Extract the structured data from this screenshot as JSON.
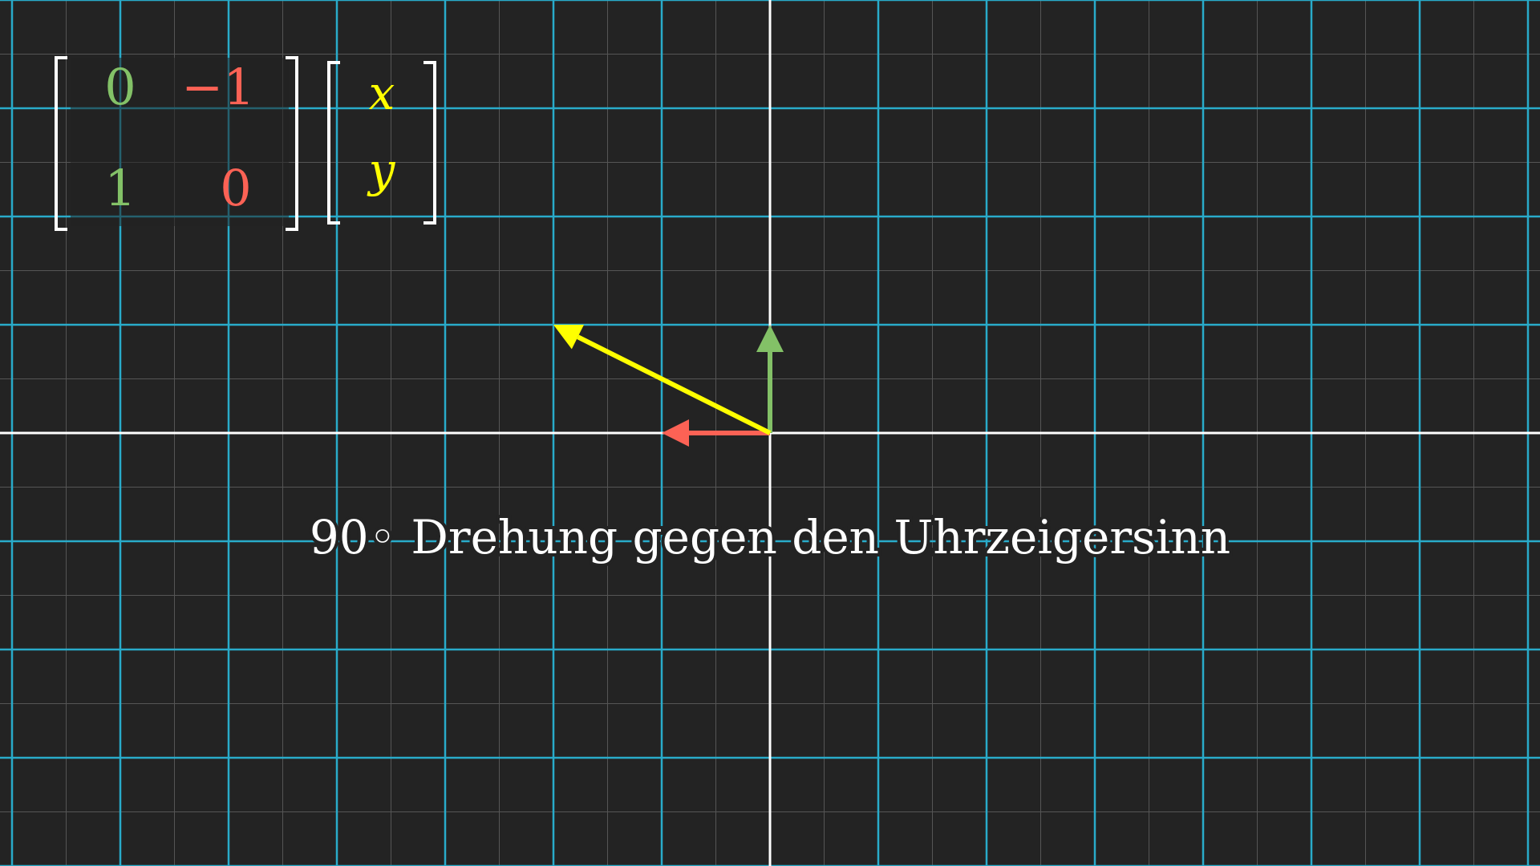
{
  "colors": {
    "background": "#232323",
    "grid_major": "#29abca",
    "grid_minor": "#555555",
    "axis": "#ffffff",
    "green": "#83c167",
    "red": "#fc6255",
    "yellow": "#ffff00",
    "text": "#ffffff",
    "bracket": "#ffffff"
  },
  "plane": {
    "x_range": [
      -7,
      7
    ],
    "y_range": [
      -4,
      4
    ],
    "axes_visible": true,
    "grid": true
  },
  "vectors": [
    {
      "name": "i-hat",
      "color_key": "green",
      "x": 0,
      "y": 1
    },
    {
      "name": "j-hat",
      "color_key": "red",
      "x": -1,
      "y": 0
    },
    {
      "name": "input-vector",
      "color_key": "yellow",
      "x": -2,
      "y": 1
    }
  ],
  "matrix": {
    "entries": [
      [
        "0",
        "−1"
      ],
      [
        "1",
        "0"
      ]
    ],
    "column_colors": [
      "green",
      "red"
    ]
  },
  "vector_label": {
    "entries": [
      "x",
      "y"
    ]
  },
  "caption": "90◦ Drehung gegen den Uhrzeigersinn"
}
